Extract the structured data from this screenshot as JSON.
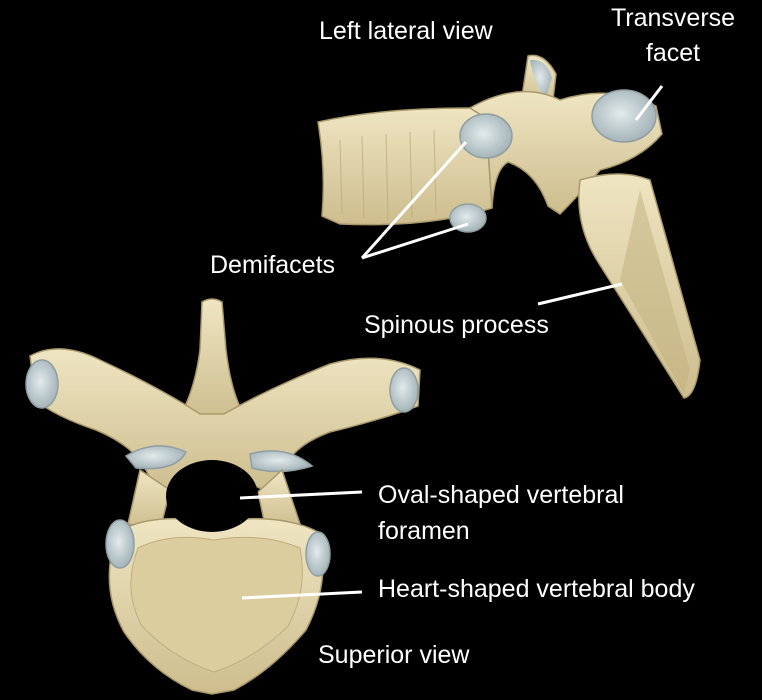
{
  "diagram": {
    "views": {
      "lateral": "Left lateral view",
      "superior": "Superior view"
    },
    "labels": {
      "transverse_facet_line1": "Transverse",
      "transverse_facet_line2": "facet",
      "demifacets": "Demifacets",
      "spinous_process": "Spinous process",
      "foramen_line1": "Oval-shaped vertebral",
      "foramen_line2": "foramen",
      "body": "Heart-shaped vertebral body"
    },
    "colors": {
      "background": "#000000",
      "bone": "#e8dcb4",
      "bone_shadow": "#c9b98a",
      "cartilage": "#c8d4d6",
      "label_text": "#ffffff"
    }
  }
}
